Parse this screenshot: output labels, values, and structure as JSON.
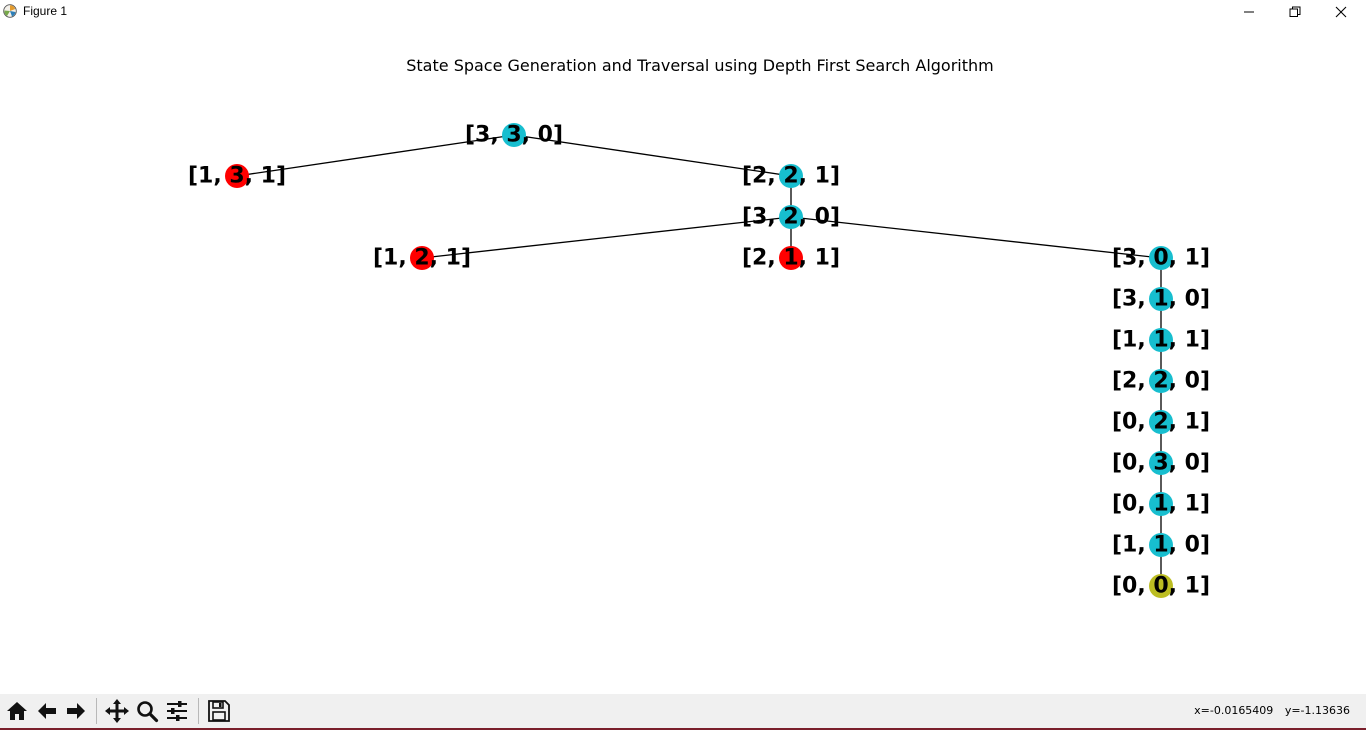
{
  "window": {
    "title": "Figure 1",
    "icons": {
      "app": "matplotlib-logo-icon",
      "minimize": "minimize-icon",
      "maximize": "restore-icon",
      "close": "close-icon"
    }
  },
  "figure": {
    "title": "State Space Generation and Traversal using Depth First Search Algorithm",
    "colors": {
      "explored": "#17becf",
      "dead_end": "#ff0000",
      "goal": "#bcbd22",
      "edge": "#000000",
      "label": "#000000"
    }
  },
  "graph": {
    "nodes": [
      {
        "id": "n0",
        "label": "[3, 3, 0]",
        "status": "explored"
      },
      {
        "id": "n1",
        "label": "[1, 3, 1]",
        "status": "dead_end"
      },
      {
        "id": "n2",
        "label": "[2, 2, 1]",
        "status": "explored"
      },
      {
        "id": "n3",
        "label": "[3, 2, 0]",
        "status": "explored"
      },
      {
        "id": "n4",
        "label": "[1, 2, 1]",
        "status": "dead_end"
      },
      {
        "id": "n5",
        "label": "[2, 1, 1]",
        "status": "dead_end"
      },
      {
        "id": "n6",
        "label": "[3, 0, 1]",
        "status": "explored"
      },
      {
        "id": "n7",
        "label": "[3, 1, 0]",
        "status": "explored"
      },
      {
        "id": "n8",
        "label": "[1, 1, 1]",
        "status": "explored"
      },
      {
        "id": "n9",
        "label": "[2, 2, 0]",
        "status": "explored"
      },
      {
        "id": "n10",
        "label": "[0, 2, 1]",
        "status": "explored"
      },
      {
        "id": "n11",
        "label": "[0, 3, 0]",
        "status": "explored"
      },
      {
        "id": "n12",
        "label": "[0, 1, 1]",
        "status": "explored"
      },
      {
        "id": "n13",
        "label": "[1, 1, 0]",
        "status": "explored"
      },
      {
        "id": "n14",
        "label": "[0, 0, 1]",
        "status": "goal"
      }
    ],
    "edges": [
      [
        "n0",
        "n1"
      ],
      [
        "n0",
        "n2"
      ],
      [
        "n2",
        "n3"
      ],
      [
        "n3",
        "n4"
      ],
      [
        "n3",
        "n5"
      ],
      [
        "n3",
        "n6"
      ],
      [
        "n6",
        "n7"
      ],
      [
        "n7",
        "n8"
      ],
      [
        "n8",
        "n9"
      ],
      [
        "n9",
        "n10"
      ],
      [
        "n10",
        "n11"
      ],
      [
        "n11",
        "n12"
      ],
      [
        "n12",
        "n13"
      ],
      [
        "n13",
        "n14"
      ]
    ]
  },
  "toolbar": {
    "buttons": [
      {
        "name": "home-button",
        "icon": "home-icon"
      },
      {
        "name": "back-button",
        "icon": "arrow-left-icon"
      },
      {
        "name": "forward-button",
        "icon": "arrow-right-icon"
      },
      {
        "name": "pan-button",
        "icon": "move-icon"
      },
      {
        "name": "zoom-button",
        "icon": "magnifier-icon"
      },
      {
        "name": "configure-subplots-button",
        "icon": "sliders-icon"
      },
      {
        "name": "save-button",
        "icon": "floppy-disk-icon"
      }
    ]
  },
  "status": {
    "x": "x=-0.0165409",
    "y": "y=-1.13636"
  }
}
